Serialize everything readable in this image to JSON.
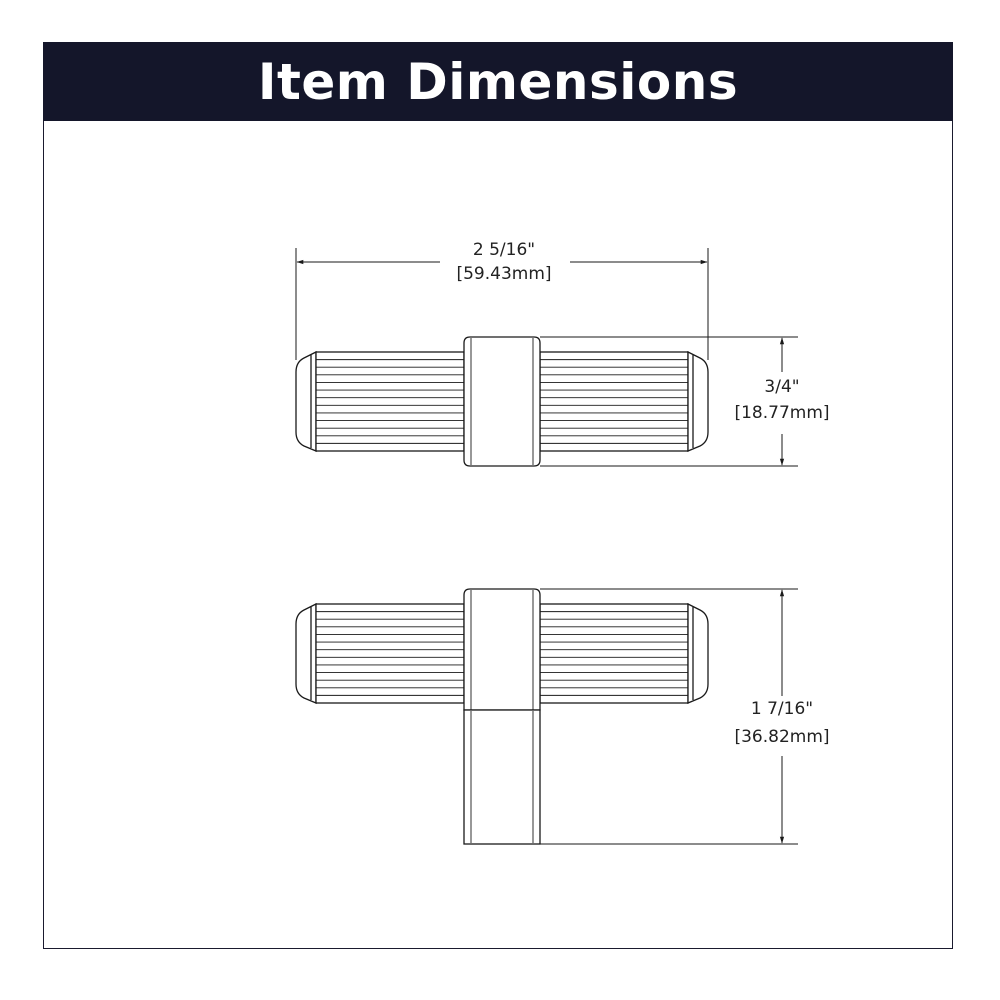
{
  "header": {
    "title": "Item Dimensions"
  },
  "dimensions": {
    "length": {
      "imperial": "2 5/16\"",
      "metric": "[59.43mm]"
    },
    "diameter": {
      "imperial": "3/4\"",
      "metric": "[18.77mm]"
    },
    "projection": {
      "imperial": "1 7/16\"",
      "metric": "[36.82mm]"
    }
  },
  "colors": {
    "header_bg": "#14162a",
    "line": "#1a1a1a"
  }
}
